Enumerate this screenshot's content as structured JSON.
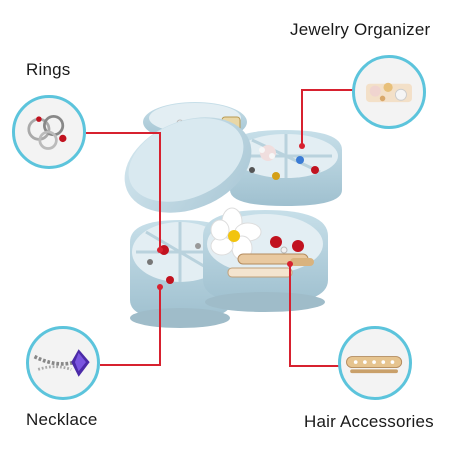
{
  "labels": {
    "jewelry_organizer": "Jewelry Organizer",
    "rings": "Rings",
    "necklace": "Necklace",
    "hair_accessories": "Hair Accessories"
  },
  "colors": {
    "tray_blue": "#b7d3df",
    "tray_blue_dark": "#93b6c6",
    "leader_red": "#d7212f",
    "badge_ring": "#5cc4dc"
  },
  "icons": [
    "rings-photo",
    "jewelry-photo",
    "necklace-photo",
    "hair-clip-photo"
  ]
}
